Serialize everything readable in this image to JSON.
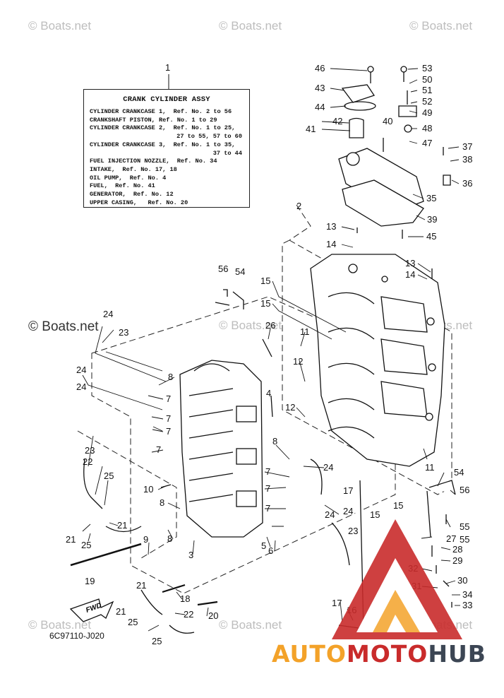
{
  "watermark": "© Boats.net",
  "diagram_code": "6C97110-J020",
  "fwd_label": "FWD",
  "brand": {
    "part1": "AUTO",
    "part2": "MOTO",
    "part3": "HUB"
  },
  "legend": {
    "number": "1",
    "title": "CRANK CYLINDER ASSY",
    "lines": [
      "CYLINDER CRANKCASE 1,  Ref. No. 2 to 56",
      "CRANKSHAFT PISTON, Ref. No. 1 to 29",
      "CYLINDER CRANKCASE 2,  Ref. No. 1 to 25,",
      "27 to 55, 57 to 60",
      "CYLINDER CRANKCASE 3,  Ref. No. 1 to 35,",
      "37 to 44",
      "FUEL INJECTION NOZZLE,  Ref. No. 34",
      "INTAKE,  Ref. No. 17, 18",
      "OIL PUMP,  Ref. No. 4",
      "FUEL,  Ref. No. 41",
      "GENERATOR,  Ref. No. 12",
      "UPPER CASING,   Ref. No. 20"
    ]
  },
  "part_numbers": [
    "46",
    "53",
    "50",
    "51",
    "43",
    "52",
    "44",
    "49",
    "42",
    "40",
    "48",
    "41",
    "47",
    "37",
    "38",
    "36",
    "35",
    "39",
    "2",
    "45",
    "13",
    "14",
    "56",
    "54",
    "15",
    "15",
    "26",
    "11",
    "12",
    "24",
    "23",
    "8",
    "7",
    "7",
    "7",
    "24",
    "4",
    "12",
    "11",
    "13",
    "14",
    "8",
    "7",
    "24",
    "17",
    "54",
    "56",
    "55",
    "10",
    "8",
    "21",
    "25",
    "21",
    "9",
    "8",
    "3",
    "5",
    "6",
    "19",
    "18",
    "20",
    "21",
    "25",
    "22",
    "21",
    "25",
    "17",
    "16",
    "15",
    "15",
    "24",
    "23",
    "27",
    "28",
    "29",
    "32",
    "30",
    "31",
    "34",
    "33",
    "7",
    "7",
    "24",
    "22",
    "23",
    "25",
    "7",
    "24",
    "55"
  ]
}
